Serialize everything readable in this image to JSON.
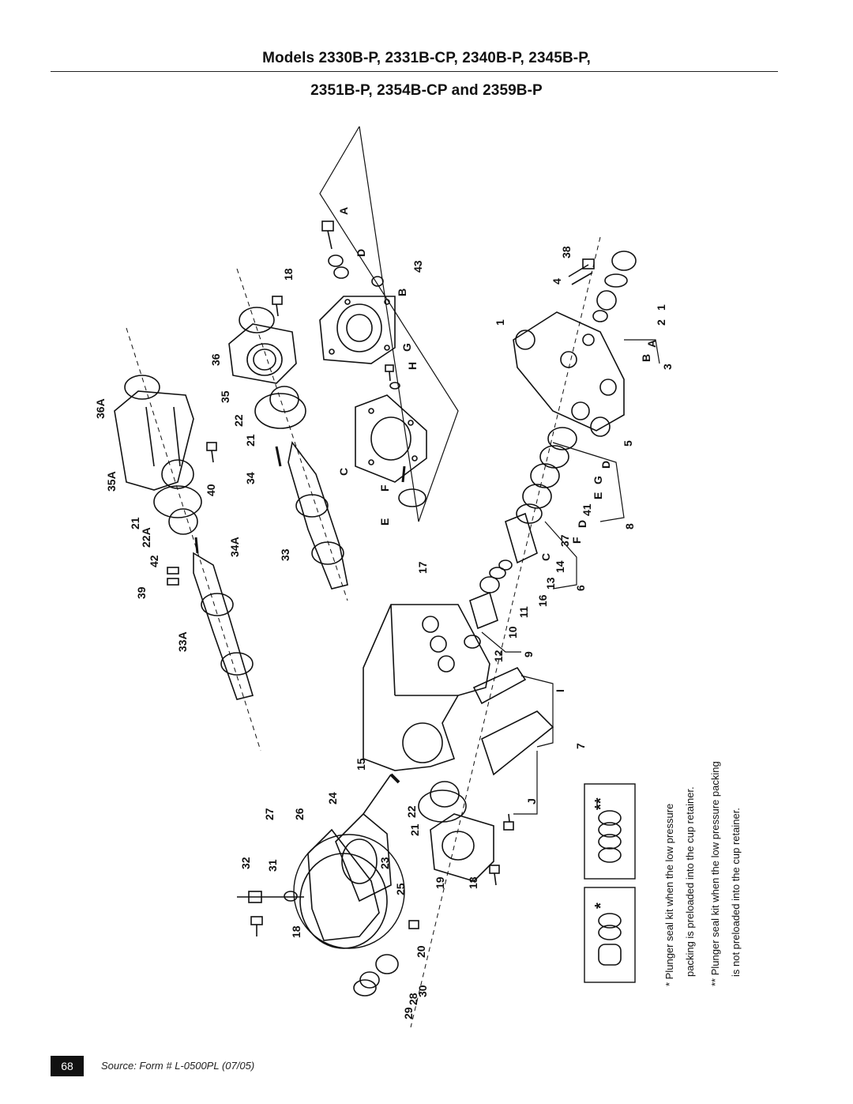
{
  "header": {
    "title_line1": "Models 2330B-P, 2331B-CP, 2340B-P, 2345B-P,",
    "title_line2": "2351B-P, 2354B-CP and 2359B-P"
  },
  "labels": [
    "A",
    "D",
    "43",
    "B",
    "G",
    "H",
    "C",
    "F",
    "E",
    "18",
    "36",
    "35",
    "22",
    "21",
    "34",
    "33",
    "36A",
    "35A",
    "40",
    "21",
    "22A",
    "42",
    "34A",
    "39",
    "33A",
    "1",
    "4",
    "38",
    "1",
    "2",
    "A",
    "B",
    "3",
    "5",
    "D",
    "G",
    "E",
    "41",
    "D",
    "F",
    "37",
    "8",
    "C",
    "14",
    "13",
    "16",
    "11",
    "6",
    "10",
    "12",
    "9",
    "17",
    "7",
    "I",
    "J",
    "15",
    "24",
    "26",
    "27",
    "32",
    "31",
    "18",
    "22",
    "21",
    "23",
    "25",
    "19",
    "18",
    "20",
    "30",
    "28",
    "29"
  ],
  "kits": {
    "kit1_mark": "*",
    "kit2_mark": "**"
  },
  "notes": {
    "note1_line1": "*  Plunger seal kit when the low pressure",
    "note1_line2": "packing is preloaded into the cup retainer.",
    "note2_line1": "** Plunger seal kit when the low pressure packing",
    "note2_line2": "is not preloaded into the cup retainer."
  },
  "footer": {
    "page_number": "68",
    "source": "Source: Form # L-0500PL (07/05)"
  }
}
